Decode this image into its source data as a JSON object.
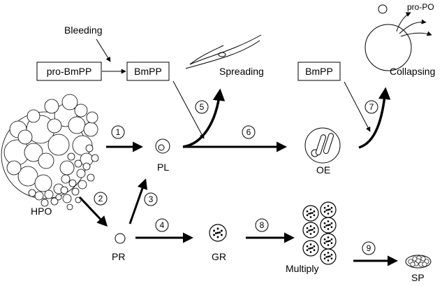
{
  "labels": {
    "bleeding": "Bleeding",
    "pro_bmpp": "pro-BmPP",
    "bmpp_1": "BmPP",
    "bmpp_2": "BmPP",
    "spreading": "Spreading",
    "pro_po": "pro-PO",
    "collapsing": "Collapsing",
    "hpo": "HPO",
    "pl": "PL",
    "oe": "OE",
    "pr": "PR",
    "gr": "GR",
    "multiply": "Multiply",
    "sp": "SP"
  },
  "steps": [
    "1",
    "2",
    "3",
    "4",
    "5",
    "6",
    "7",
    "8",
    "9"
  ]
}
